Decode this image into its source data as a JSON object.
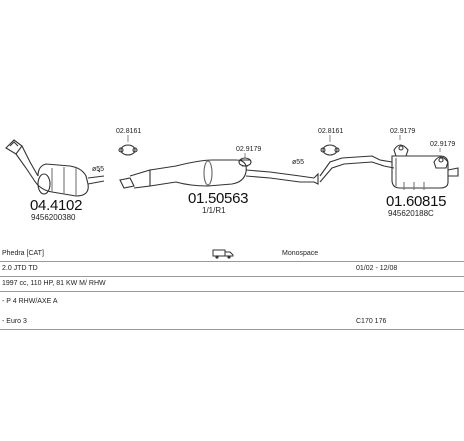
{
  "parts": {
    "p1": {
      "number": "04.4102",
      "code": "9456200380",
      "pipe": "ø55"
    },
    "p2": {
      "number": "01.50563",
      "code": "1/1/R1"
    },
    "p3": {
      "number": "01.60815",
      "code": "945620188C",
      "pipe": "ø55"
    },
    "clamp1": "02.8161",
    "clamp2": "02.9179",
    "clamp3": "02.8161",
    "clamp4": "02.9179",
    "clamp5": "02.9179"
  },
  "specs": {
    "row1": {
      "c1": "Phedra [CAT]",
      "c3": "Monospace"
    },
    "row2": {
      "c1": "2.0 JTD TD",
      "c2": "01/02 - 12/08"
    },
    "row3": {
      "c1": "1997 cc, 110 HP, 81 KW M/ RHW"
    },
    "row4": {
      "c1": "- P 4 RHW/AXE A"
    },
    "row5": {
      "c1": "- Euro 3",
      "c2": "C170 176"
    }
  },
  "icons": [
    "van-icon"
  ]
}
